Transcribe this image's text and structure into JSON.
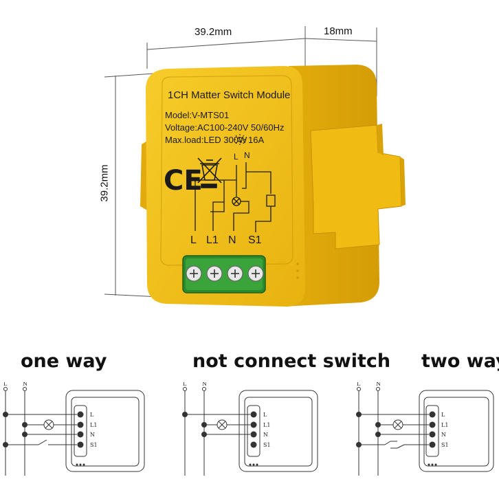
{
  "dimensions": {
    "width": "39.2mm",
    "depth": "18mm",
    "height": "39.2mm"
  },
  "module": {
    "title": "1CH Matter Switch Module",
    "model": "Model:V-MTS01",
    "voltage": "Voltage:AC100-240V 50/60Hz",
    "maxload_prefix": "Max.load:LED 300W",
    "maxload_suffix": "16A",
    "ce_mark": "CE",
    "terminal_labels": [
      "L",
      "L1",
      "N",
      "S1"
    ],
    "wire_labels": [
      "L",
      "N"
    ],
    "color": "#f2c21b"
  },
  "diagrams": [
    {
      "caption": "one way",
      "line_labels": [
        "L",
        "N"
      ],
      "terminal_labels": [
        "L",
        "L1",
        "N",
        "S1"
      ]
    },
    {
      "caption": "not connect switch",
      "line_labels": [
        "L",
        "N"
      ],
      "terminal_labels": [
        "L",
        "L1",
        "N",
        "S1"
      ]
    },
    {
      "caption": "two way",
      "line_labels": [
        "L",
        "N"
      ],
      "terminal_labels": [
        "L",
        "L1",
        "N",
        "S1"
      ]
    }
  ]
}
